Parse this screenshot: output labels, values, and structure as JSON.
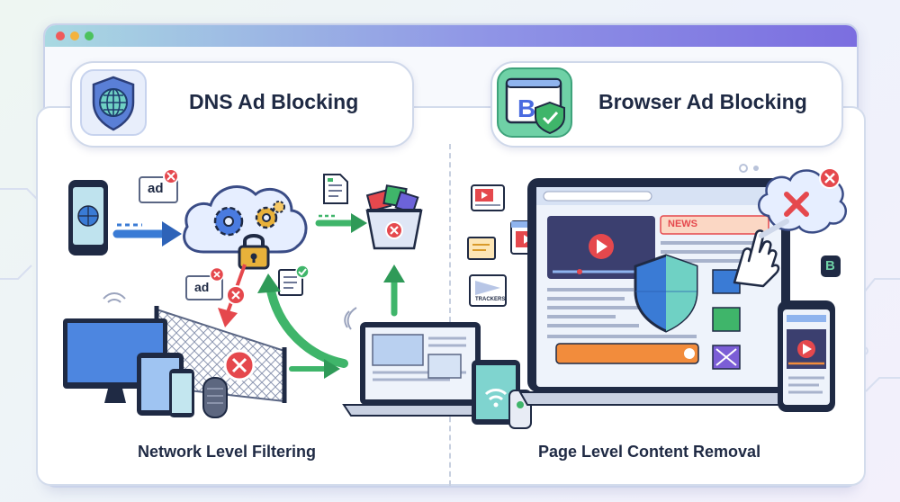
{
  "left": {
    "title": "DNS Ad Blocking",
    "caption": "Network Level Filtering",
    "ad_label": "ad",
    "ad_label_2": "ad"
  },
  "right": {
    "title": "Browser Ad Blocking",
    "caption": "Page Level Content Removal",
    "news_label": "NEWS",
    "trackers_label": "TRACKERS",
    "logo_letter": "B",
    "small_logo_letter": "B"
  },
  "colors": {
    "accent_blue": "#3a7bd5",
    "accent_green": "#3fb56a",
    "danger_red": "#e5484d",
    "lock_gold": "#e8b13a"
  }
}
